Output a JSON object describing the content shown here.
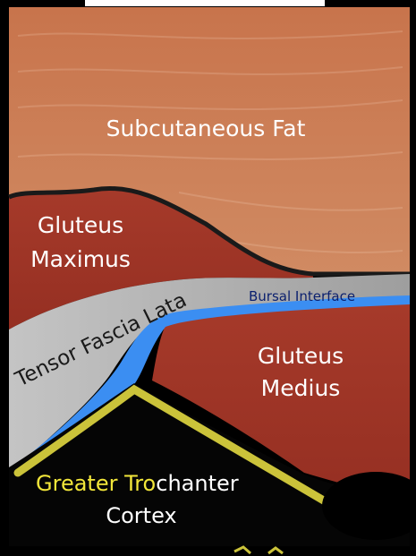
{
  "labels": {
    "subcutaneous_fat": "Subcutaneous Fat",
    "gluteus_maximus_line1": "Gluteus",
    "gluteus_maximus_line2": "Maximus",
    "tensor_fascia_lata": "Tensor Fascia Lata",
    "bursal_interface": "Bursal Interface",
    "gluteus_medius_line1": "Gluteus",
    "gluteus_medius_line2": "Medius",
    "greater_trochanter_highlight": "Greater Tro",
    "greater_trochanter_rest": "chanter",
    "cortex": "Cortex"
  },
  "colors": {
    "fat": "#c9724a",
    "muscle": "#a83a28",
    "fascia": "#b9b9b9",
    "bursa": "#3a8cf0",
    "cortex": "#c9c23a",
    "highlight_text": "#f2e63a"
  }
}
